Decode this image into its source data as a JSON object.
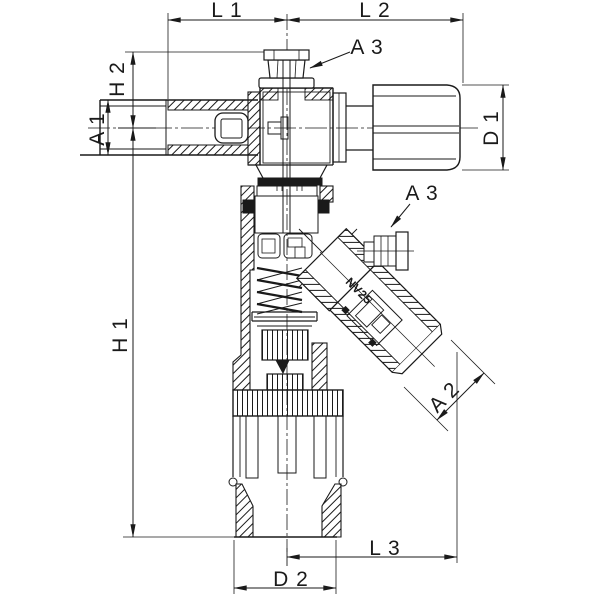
{
  "drawing": {
    "labels": {
      "l1": "L 1",
      "l2": "L 2",
      "h2": "H 2",
      "a1": "A 1",
      "a3_top": "A 3",
      "a3_side": "A 3",
      "d1": "D 1",
      "h1": "H 1",
      "a2": "A 2",
      "l3": "L 3",
      "d2": "D 2"
    },
    "markings": {
      "part_marking": "NV25"
    },
    "colors": {
      "line": "#1a1a1a",
      "background": "#ffffff"
    }
  }
}
